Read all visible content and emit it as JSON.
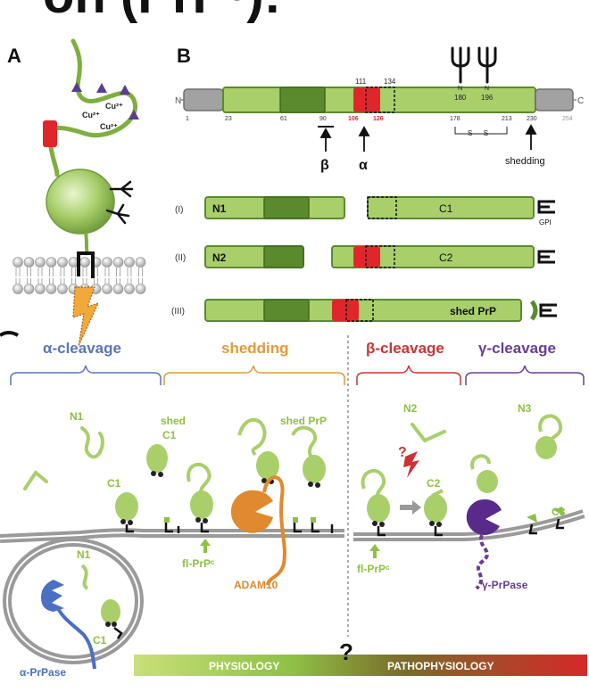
{
  "header": {
    "fragment": "on (PrPᶜ):"
  },
  "panel_a": {
    "label": "A",
    "copper_labels": [
      "Cu²⁺",
      "Cu²⁺",
      "Cu²⁺"
    ]
  },
  "panel_b": {
    "label": "B",
    "n_label": "N",
    "c_label": "C",
    "positions": [
      "1",
      "23",
      "61",
      "90",
      "106",
      "126",
      "178",
      "213",
      "230",
      "254"
    ],
    "top_positions": [
      "111",
      "134"
    ],
    "glycan_sites": [
      "180",
      "196"
    ],
    "glycan_n": [
      "N",
      "N"
    ],
    "disulfide": "S — S",
    "beta": "β",
    "alpha": "α",
    "shedding": "shedding",
    "fragments": [
      {
        "roman": "(I)",
        "left": "N1",
        "right": "C1",
        "anchor": "GPI"
      },
      {
        "roman": "(II)",
        "left": "N2",
        "right": "C2"
      },
      {
        "roman": "(III)",
        "right": "shed PrP"
      }
    ]
  },
  "panel_c": {
    "sections": {
      "alpha": "α-cleavage",
      "shedding": "shedding",
      "beta": "β-cleavage",
      "gamma": "γ-cleavage"
    },
    "labels": {
      "n1_top": "N1",
      "shed": "shed",
      "shed_c1": "C1",
      "shed_prp": "shed PrP",
      "c1": "C1",
      "n1_vesicle": "N1",
      "c1_vesicle": "C1",
      "alpha_prpase": "α-PrPase",
      "fl_prpc_1": "fl-PrPᶜ",
      "adam10": "ADAM10",
      "n2": "N2",
      "question_small": "?",
      "c2": "C2",
      "fl_prpc_2": "fl-PrPᶜ",
      "n3": "N3",
      "c3": "C3",
      "gamma_prpase": "γ-PrPase",
      "question_big": "?"
    },
    "bar": {
      "left": "PHYSIOLOGY",
      "right": "PATHOPHYSIOLOGY"
    }
  },
  "colors": {
    "green": "#a9cf6b",
    "dark_green": "#5b8a2e",
    "red": "#e0262a",
    "gray": "#9a9a9a",
    "alpha_blue": "#5877b8",
    "shedding_orange": "#e09a3a",
    "beta_red": "#cc3333",
    "gamma_purple": "#6b3d96",
    "adam10": "#e0892e"
  }
}
